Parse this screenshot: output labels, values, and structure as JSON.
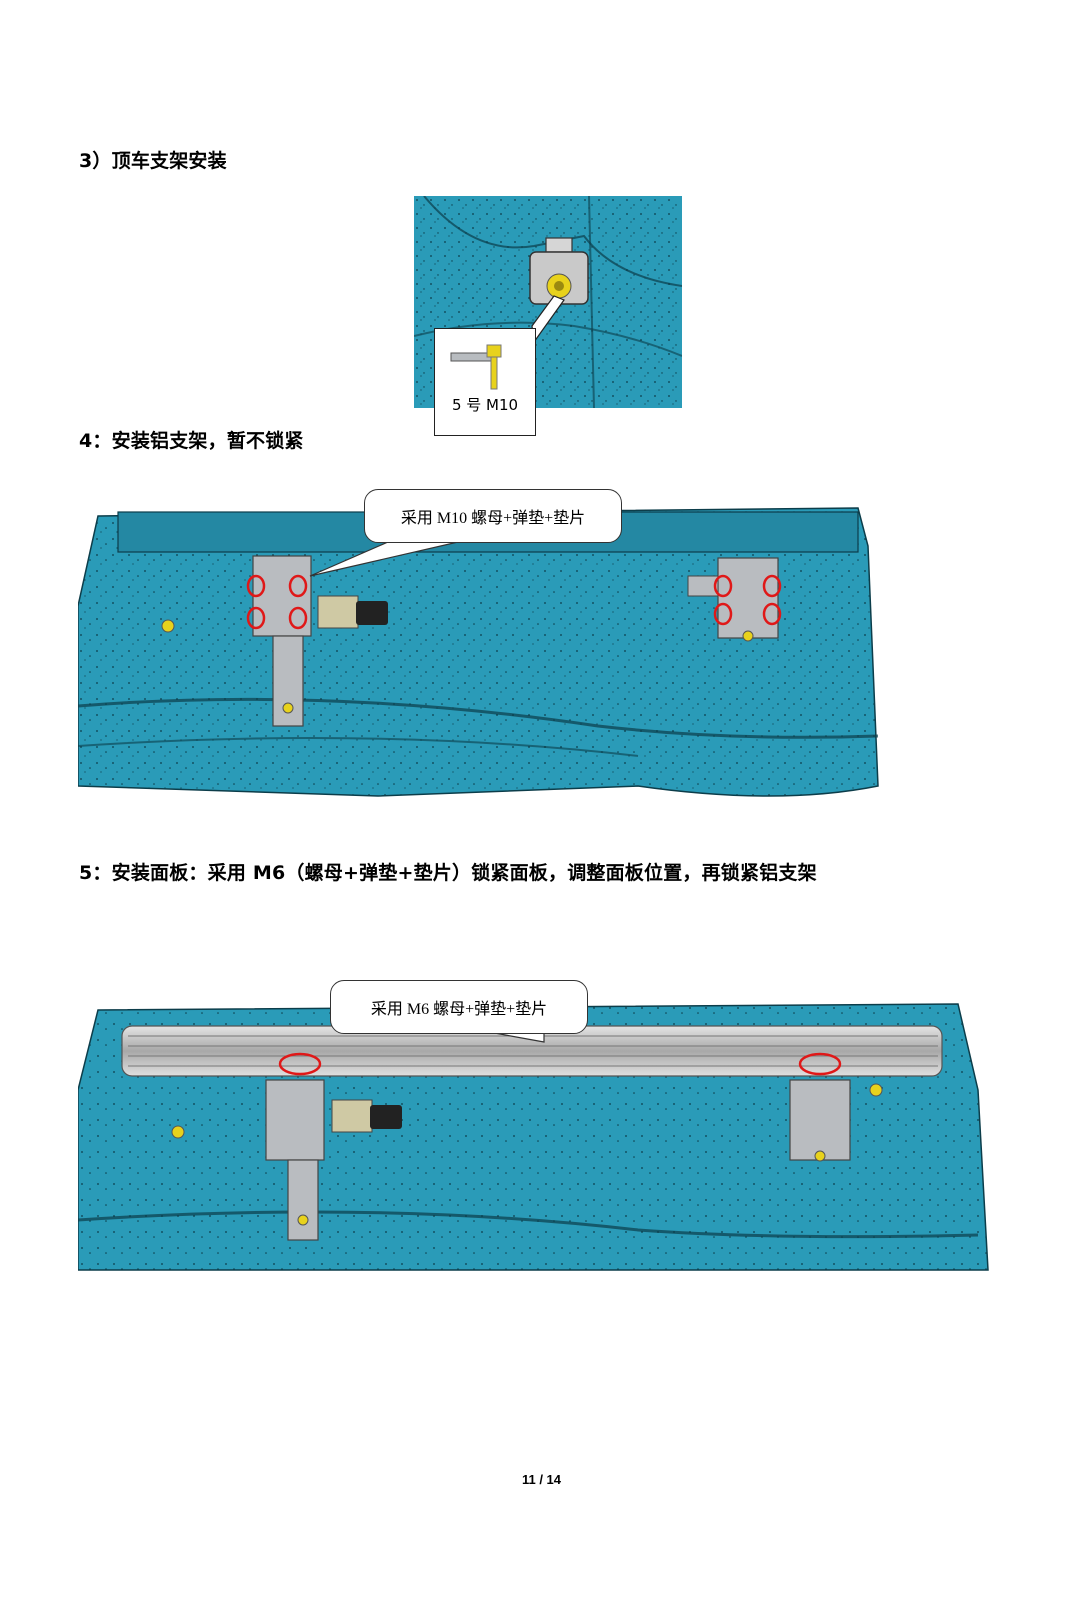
{
  "sections": {
    "step3_title": "3）顶车支架安装",
    "step4_title": "4：安装铝支架，暂不锁紧",
    "step5_title": "5：安装面板：采用 M6（螺母+弹垫+垫片）锁紧面板，调整面板位置，再锁紧铝支架"
  },
  "figures": {
    "fig3_callout": "5 号 M10",
    "fig4_callout": "采用 M10 螺母+弹垫+垫片",
    "fig5_callout": "采用 M6 螺母+弹垫+垫片"
  },
  "colors": {
    "body_blue": "#2a9bb8",
    "body_shadow": "#0f5f74",
    "bracket_gray": "#b9bcc0",
    "bolt_yellow": "#e8d21c",
    "highlight_red": "#e01818"
  },
  "footer": {
    "page": "11 / 14"
  }
}
